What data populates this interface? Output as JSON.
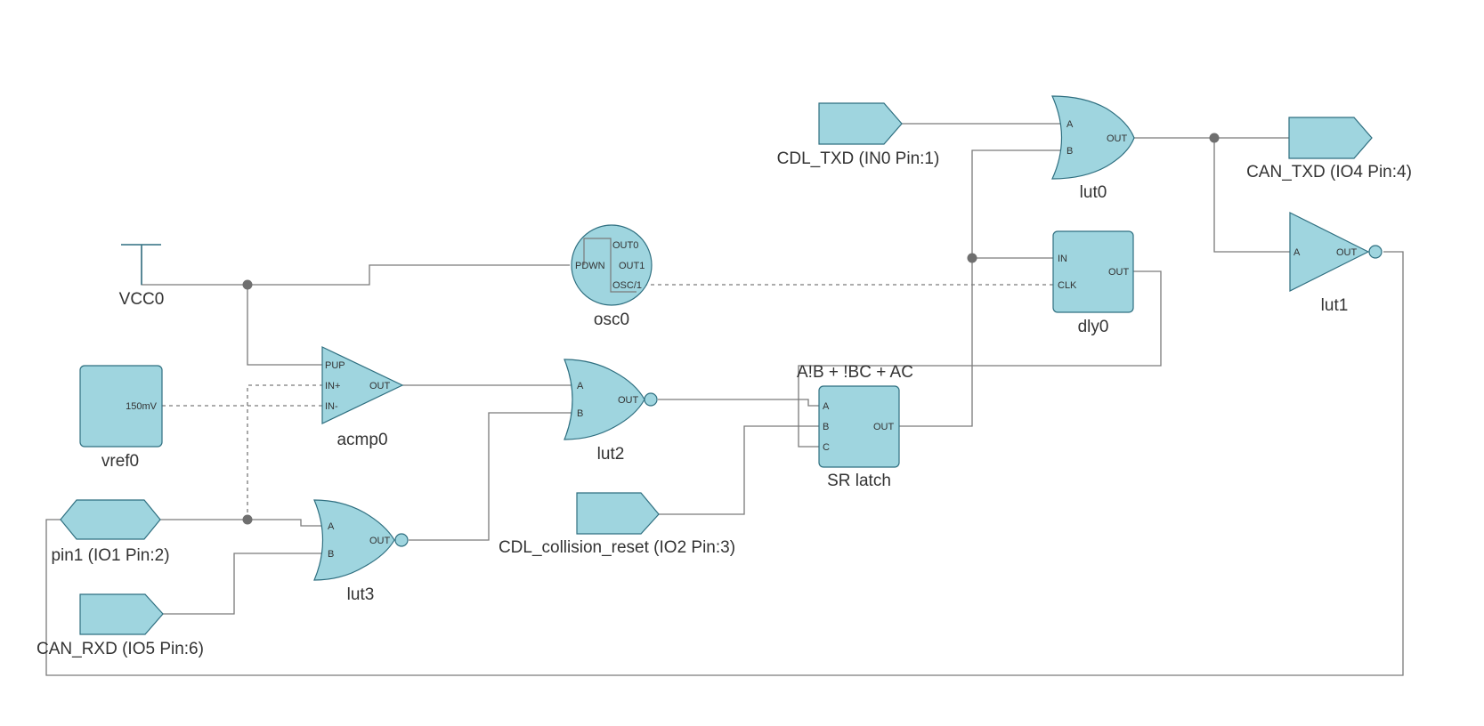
{
  "components": {
    "lut0": {
      "name": "lut0",
      "pins": {
        "a": "A",
        "b": "B",
        "out": "OUT"
      }
    },
    "lut1": {
      "name": "lut1",
      "pins": {
        "a": "A",
        "out": "OUT"
      }
    },
    "lut2": {
      "name": "lut2",
      "pins": {
        "a": "A",
        "b": "B",
        "out": "OUT"
      }
    },
    "lut3": {
      "name": "lut3",
      "pins": {
        "a": "A",
        "b": "B",
        "out": "OUT"
      }
    },
    "dly0": {
      "name": "dly0",
      "pins": {
        "in": "IN",
        "clk": "CLK",
        "out": "OUT"
      }
    },
    "osc0": {
      "name": "osc0",
      "pins": {
        "pdwn": "PDWN",
        "out0": "OUT0",
        "out1": "OUT1",
        "osc": "OSC/1"
      }
    },
    "acmp0": {
      "name": "acmp0",
      "pins": {
        "pup": "PUP",
        "inp": "IN+",
        "inn": "IN-",
        "out": "OUT"
      }
    },
    "vref0": {
      "name": "vref0",
      "value": "150mV"
    },
    "vcc0": {
      "name": "VCC0"
    },
    "sr_latch": {
      "name": "SR latch",
      "equation": "A!B + !BC + AC",
      "pins": {
        "a": "A",
        "b": "B",
        "c": "C",
        "out": "OUT"
      }
    }
  },
  "ports": {
    "cdl_txd": "CDL_TXD (IN0 Pin:1)",
    "can_txd": "CAN_TXD (IO4 Pin:4)",
    "pin1": "pin1 (IO1 Pin:2)",
    "can_rxd": "CAN_RXD (IO5 Pin:6)",
    "cdl_collision_reset": "CDL_collision_reset (IO2 Pin:3)"
  },
  "colors": {
    "block_fill": "#9fd5df",
    "block_stroke": "#2f6f80",
    "wire": "#7a7a7a",
    "junction": "#6f6f6f",
    "text": "#333333"
  }
}
